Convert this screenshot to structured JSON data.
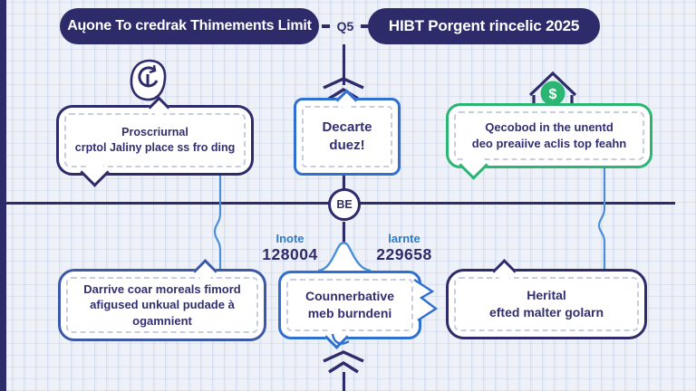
{
  "title_bar": {
    "left_banner": "Aųone To credrak Thimements Limit",
    "connector_label": "Q5",
    "right_banner": "HIBT Porgent rincelic 2025"
  },
  "bubbles": {
    "top_left": {
      "lines": [
        "Proscriurnal",
        "crptol Jaliny place ss fro ding"
      ]
    },
    "top_center": {
      "lines": [
        "Decarte",
        "duez!"
      ]
    },
    "top_right": {
      "lines": [
        "Qecobod in the unentd",
        "deo preaiive aclis top feahn"
      ]
    },
    "bottom_left": {
      "lines": [
        "Darrive coar moreals fimord",
        "afigused unkual pudade à",
        "ogamnient"
      ]
    },
    "bottom_center": {
      "lines": [
        "Counnerbative",
        "meb burndeni"
      ]
    },
    "bottom_right": {
      "lines": [
        "Herital",
        "efted malter golarn"
      ]
    }
  },
  "timeline": {
    "node_label": "BE",
    "stats": [
      {
        "label": "Inote",
        "value": "128004"
      },
      {
        "label": "larnte",
        "value": "229658"
      }
    ]
  },
  "icons": {
    "top_left": "refresh-coin-icon",
    "top_right": "house-dollar-icon",
    "dollar_symbol": "$"
  },
  "colors": {
    "navy": "#2e2b6b",
    "blue": "#2e6fd0",
    "deep_blue": "#3b59a6",
    "green": "#2ab573",
    "connector_blue": "#4a8fd8",
    "label_blue": "#2f7ac9",
    "text": "#322f70",
    "background": "#eef2f8"
  }
}
